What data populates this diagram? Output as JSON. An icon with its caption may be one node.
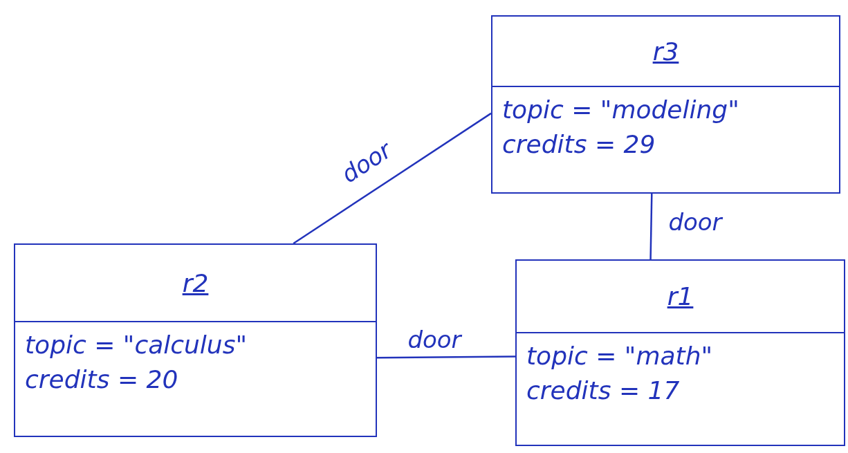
{
  "diagram": {
    "nodes": [
      {
        "text": [
          "r3",
          "topic = \"modeling\"",
          "credits = 29"
        ]
      },
      {
        "text": [
          "r2",
          "topic = \"calculus\"",
          "credits = 20"
        ]
      },
      {
        "text": [
          "r1",
          "topic = \"math\"",
          "credits = 17"
        ]
      }
    ],
    "edges": [
      {
        "from": 0,
        "to": 1,
        "arrow": "none",
        "label": "door"
      },
      {
        "from": 0,
        "to": 2,
        "arrow": "none",
        "label": "door"
      },
      {
        "from": 1,
        "to": 2,
        "arrow": "none",
        "label": "door"
      }
    ]
  }
}
